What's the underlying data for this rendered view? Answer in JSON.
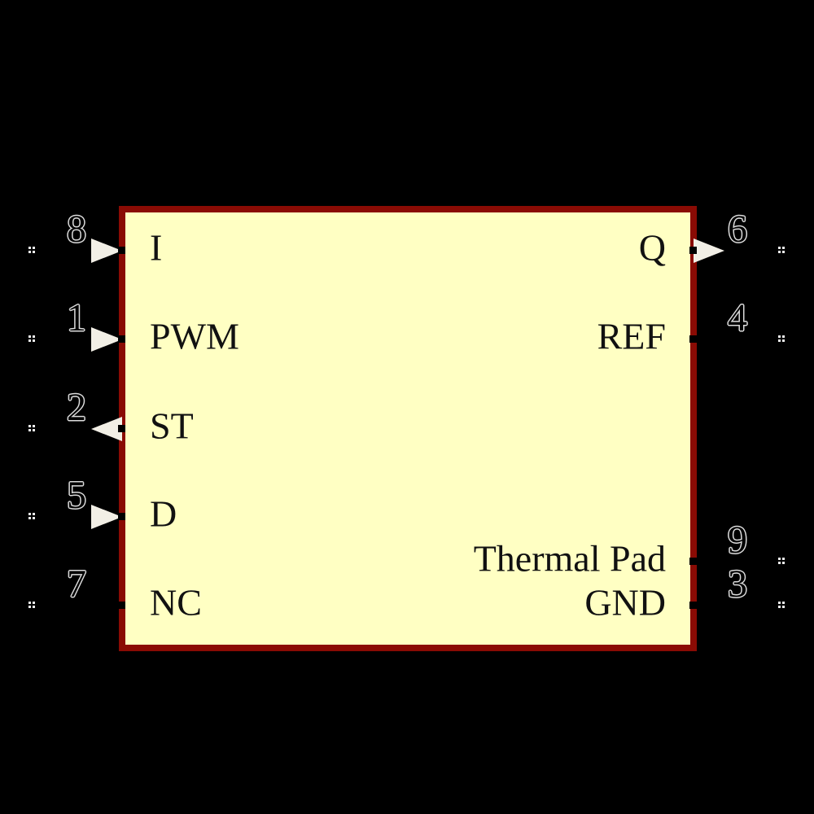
{
  "colors": {
    "background": "#000000",
    "body_fill": "#FFFFC3",
    "body_border": "#8A0B04",
    "arrow": "#F2EFE6",
    "number_outline": "#DCDCDC",
    "label_text": "#111111",
    "tick": "#EDEDED"
  },
  "diagram": {
    "type": "ic-schematic-symbol-pinout",
    "pins": {
      "left": [
        {
          "number": "8",
          "label": "I",
          "arrow": "right"
        },
        {
          "number": "1",
          "label": "PWM",
          "arrow": "right"
        },
        {
          "number": "2",
          "label": "ST",
          "arrow": "left"
        },
        {
          "number": "5",
          "label": "D",
          "arrow": "right"
        },
        {
          "number": "7",
          "label": "NC",
          "arrow": "none"
        }
      ],
      "right": [
        {
          "number": "6",
          "label": "Q",
          "arrow": "right"
        },
        {
          "number": "4",
          "label": "REF",
          "arrow": "none"
        },
        {
          "number": "9",
          "label": "Thermal Pad",
          "arrow": "none"
        },
        {
          "number": "3",
          "label": "GND",
          "arrow": "none"
        }
      ]
    }
  }
}
